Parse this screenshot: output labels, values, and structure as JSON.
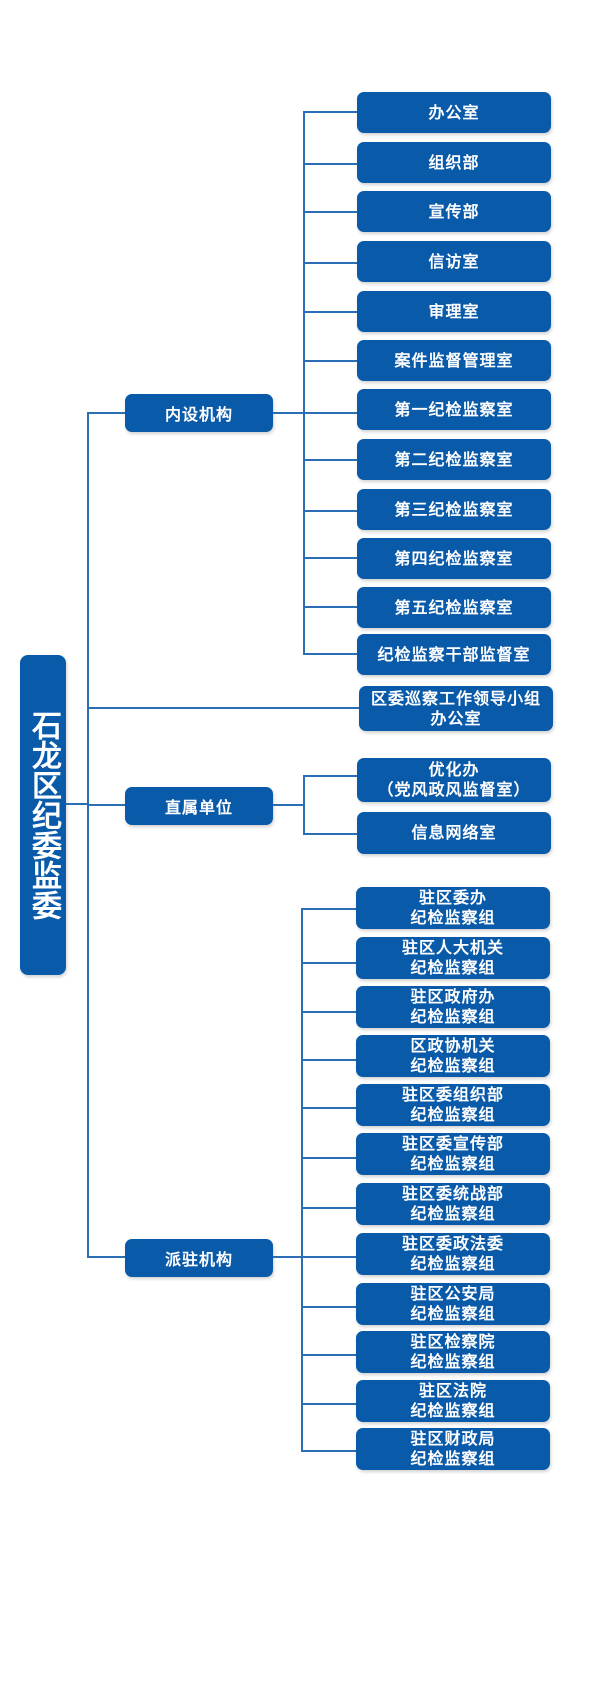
{
  "root": {
    "label": "石龙区纪委监委"
  },
  "inner_section": {
    "label": "内设机构",
    "items": [
      "办公室",
      "组织部",
      "宣传部",
      "信访室",
      "审理室",
      "案件监督管理室",
      "第一纪检监察室",
      "第二纪检监察室",
      "第三纪检监察室",
      "第四纪检监察室",
      "第五纪检监察室",
      "纪检监察干部监督室"
    ]
  },
  "inspection_office": {
    "line1": "区委巡察工作领导小组",
    "line2": "办公室"
  },
  "direct_section": {
    "label": "直属单位",
    "items": [
      {
        "line1": "优化办",
        "line2": "（党风政风监督室）"
      },
      {
        "line1": "信息网络室",
        "line2": ""
      }
    ]
  },
  "stationed_section": {
    "label": "派驻机构",
    "items": [
      {
        "line1": "驻区委办",
        "line2": "纪检监察组"
      },
      {
        "line1": "驻区人大机关",
        "line2": "纪检监察组"
      },
      {
        "line1": "驻区政府办",
        "line2": "纪检监察组"
      },
      {
        "line1": "区政协机关",
        "line2": "纪检监察组"
      },
      {
        "line1": "驻区委组织部",
        "line2": "纪检监察组"
      },
      {
        "line1": "驻区委宣传部",
        "line2": "纪检监察组"
      },
      {
        "line1": "驻区委统战部",
        "line2": "纪检监察组"
      },
      {
        "line1": "驻区委政法委",
        "line2": "纪检监察组"
      },
      {
        "line1": "驻区公安局",
        "line2": "纪检监察组"
      },
      {
        "line1": "驻区检察院",
        "line2": "纪检监察组"
      },
      {
        "line1": "驻区法院",
        "line2": "纪检监察组"
      },
      {
        "line1": "驻区财政局",
        "line2": "纪检监察组"
      }
    ]
  },
  "colors": {
    "box": "#0a5aaa",
    "line": "#2a6fb6",
    "text": "#ffffff"
  }
}
